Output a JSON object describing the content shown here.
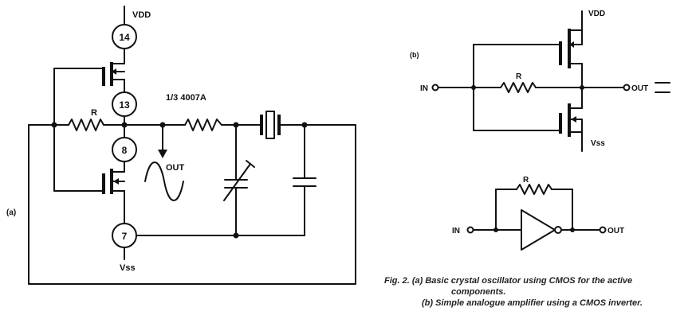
{
  "circuit_a": {
    "panel_label": "(a)",
    "vdd_label": "VDD",
    "vss_label": "Vss",
    "pins": [
      "14",
      "13",
      "8",
      "7"
    ],
    "resistor_label": "R",
    "chip_label": "1/3 4007A",
    "output_label": "OUT"
  },
  "circuit_b_top": {
    "panel_label": "(b)",
    "vdd_label": "VDD",
    "vss_label": "Vss",
    "resistor_label": "R",
    "input_label": "IN",
    "output_label": "OUT"
  },
  "circuit_b_bottom": {
    "resistor_label": "R",
    "input_label": "IN",
    "output_label": "OUT"
  },
  "caption": {
    "line1": "Fig. 2.  (a)  Basic crystal oscillator using CMOS for the active",
    "line2": "components.",
    "line3": "(b)  Simple analogue amplifier using a CMOS inverter."
  }
}
